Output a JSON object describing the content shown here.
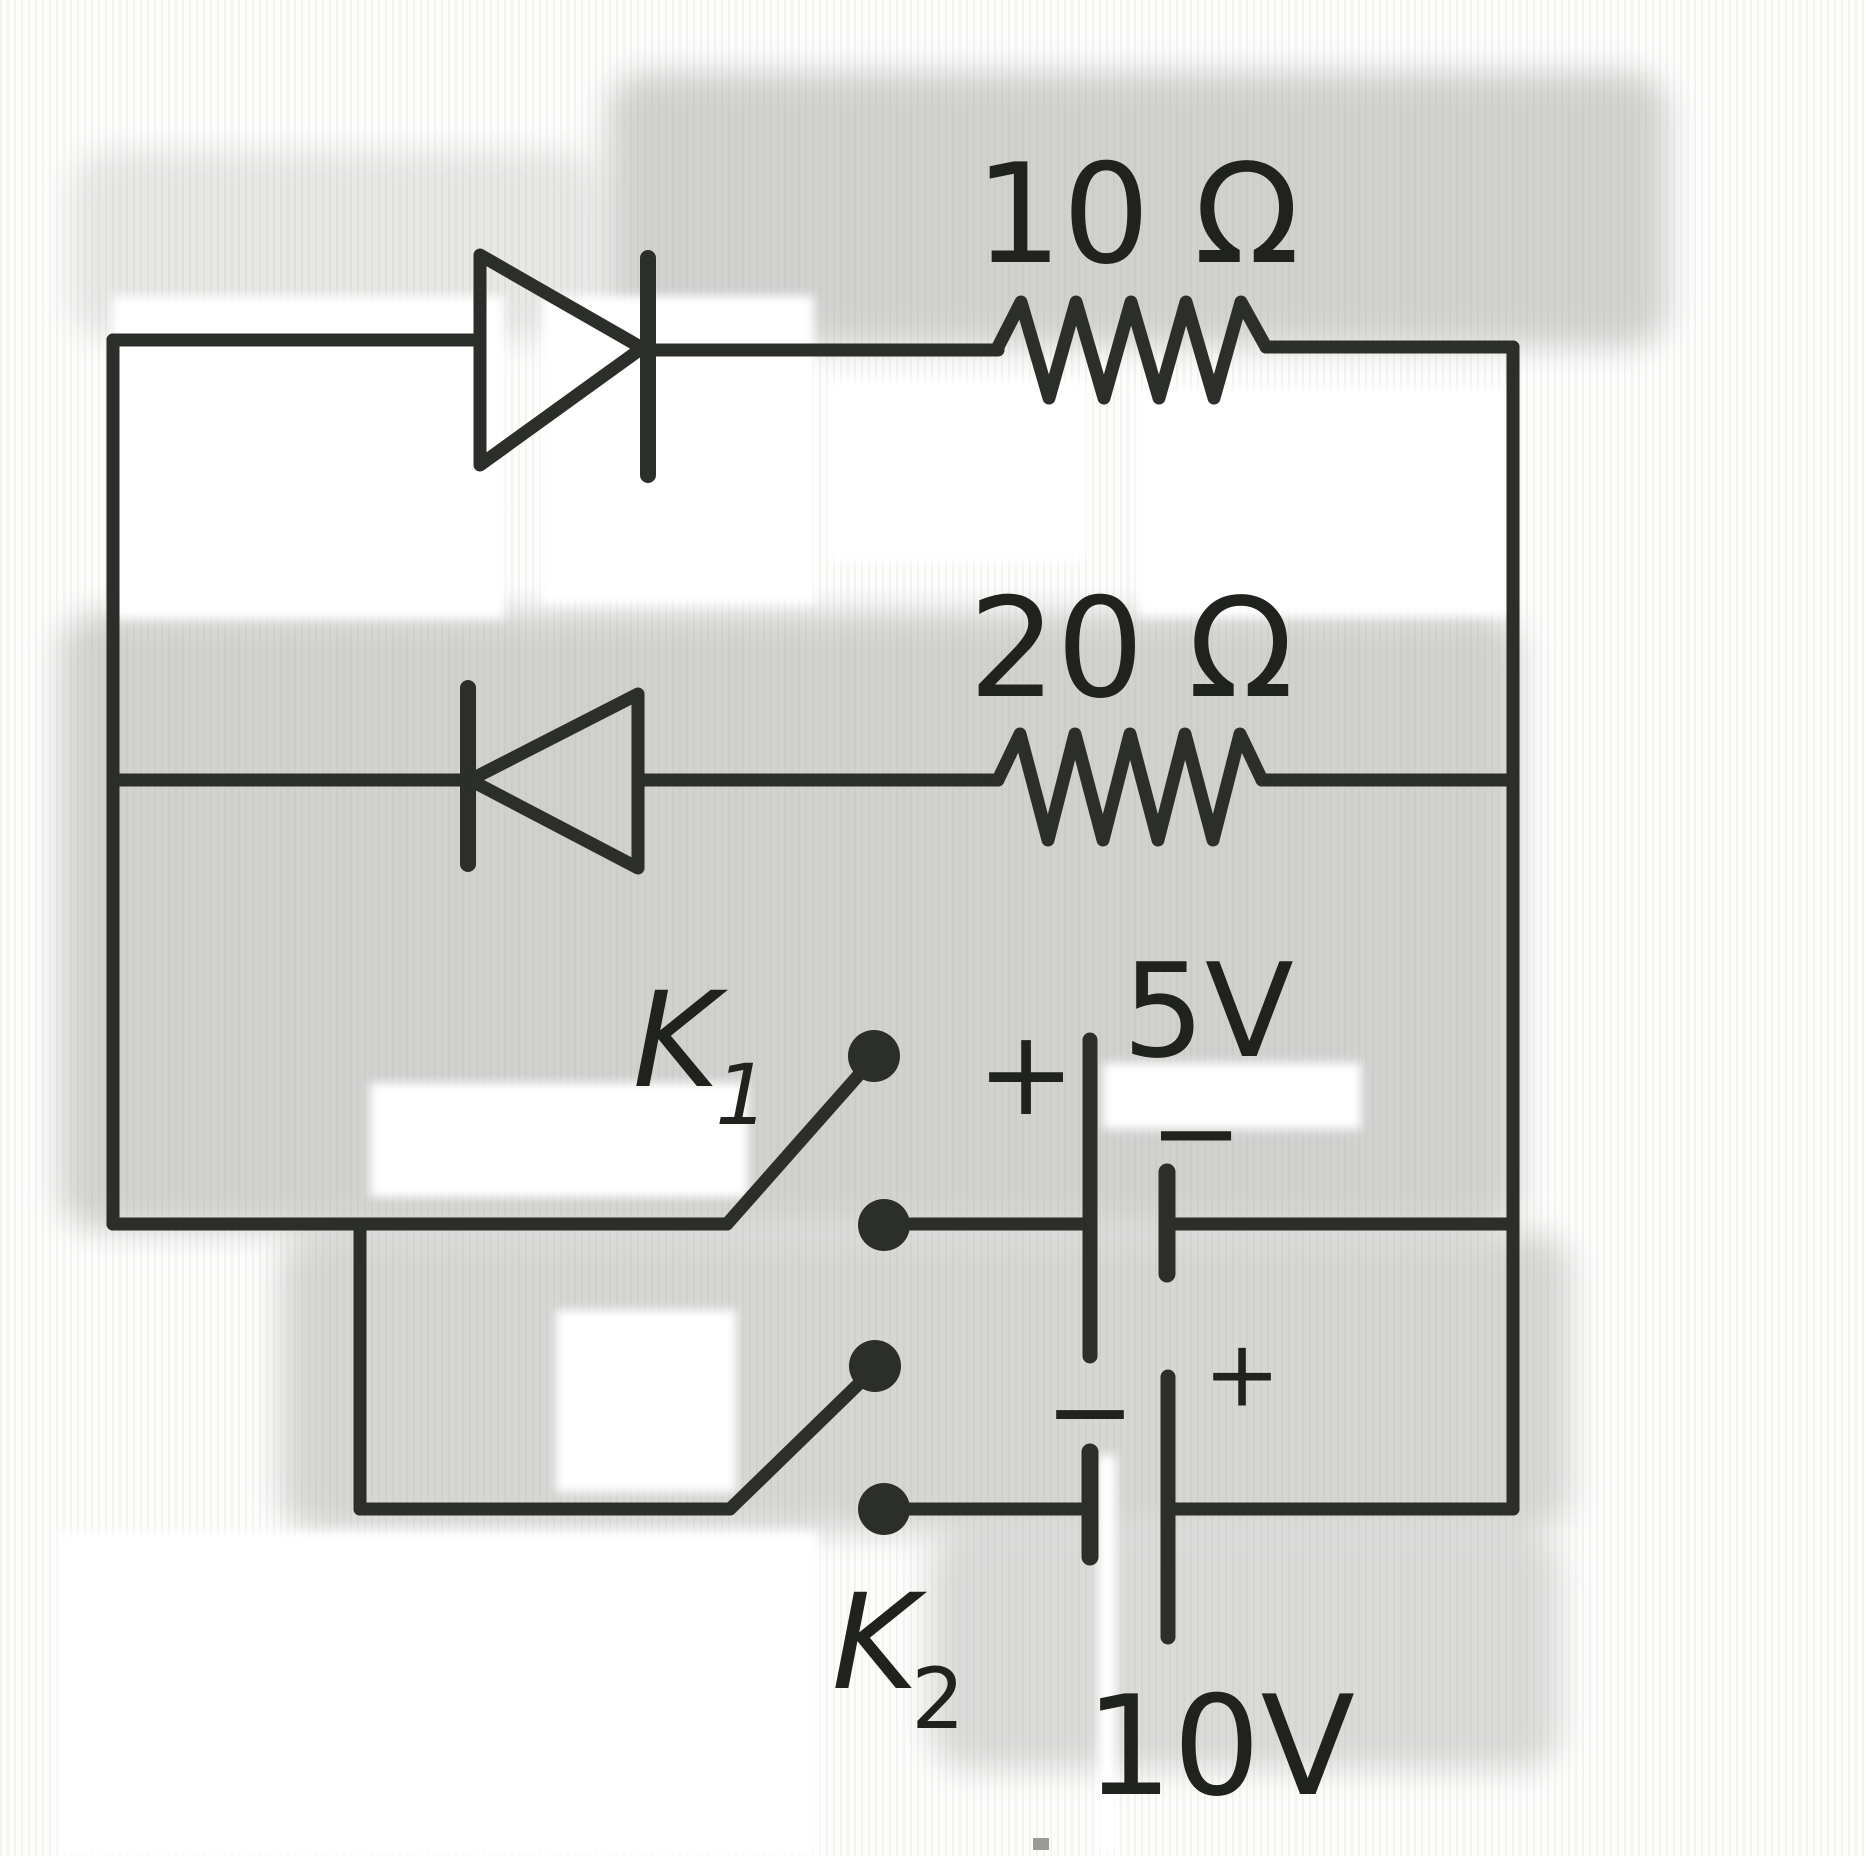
{
  "colors": {
    "ink": "#2c2e29",
    "label": "#20221d",
    "paper": "#fdfdfc",
    "artifact": "#a7a8a5"
  },
  "components": {
    "resistor_top": {
      "label": "10 Ω"
    },
    "resistor_middle": {
      "label": "20 Ω"
    },
    "switch_top": {
      "label": "K",
      "subscript": "1"
    },
    "switch_bottom": {
      "label": "K",
      "subscript": "2"
    },
    "battery_top": {
      "label": "5V",
      "plus": "+",
      "minus": "−"
    },
    "battery_bottom": {
      "label": "10V",
      "plus": "+",
      "minus": "−"
    }
  }
}
